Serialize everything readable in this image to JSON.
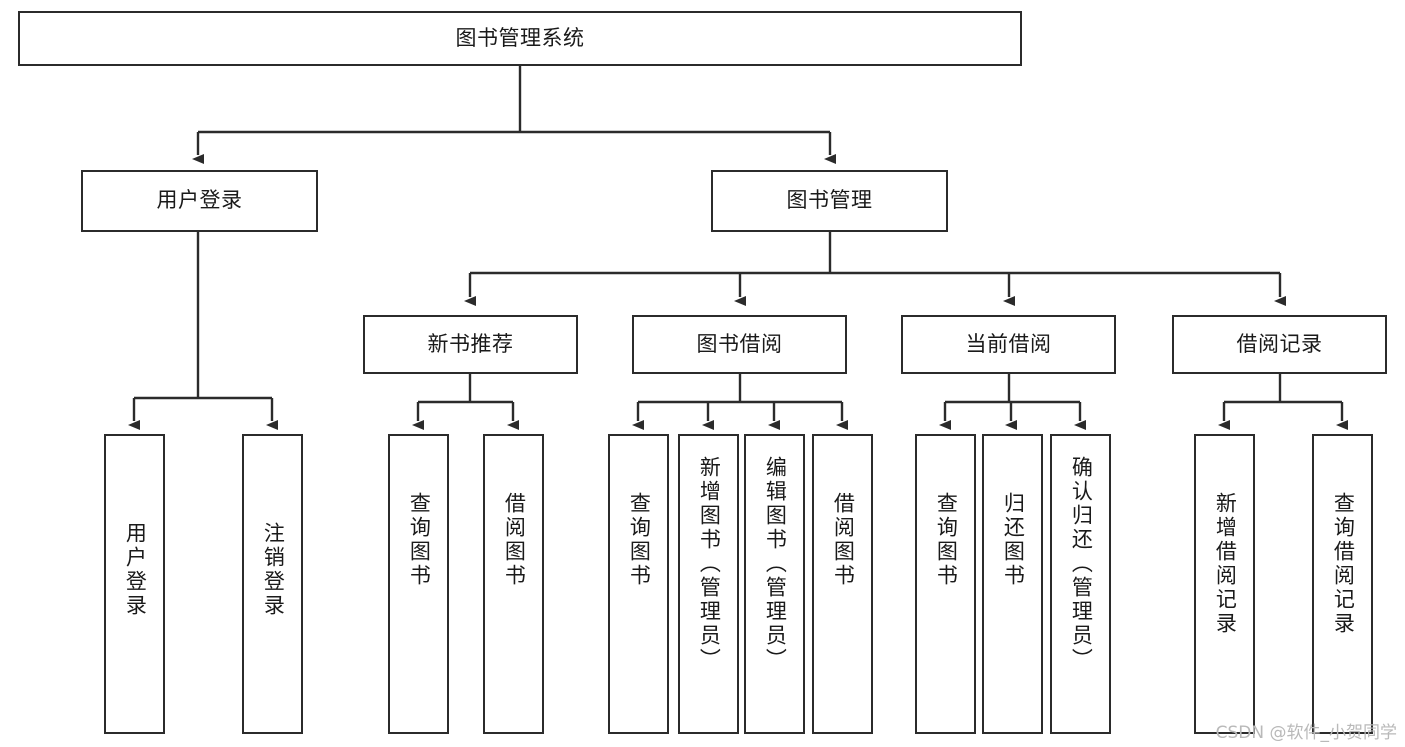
{
  "diagram": {
    "title": "图书管理系统",
    "type": "hierarchy-tree",
    "levels": 4,
    "root": {
      "id": "root",
      "label": "图书管理系统"
    },
    "level2": [
      {
        "id": "user-login",
        "label": "用户登录"
      },
      {
        "id": "book-management",
        "label": "图书管理"
      }
    ],
    "level3": [
      {
        "id": "new-book-recommend",
        "label": "新书推荐",
        "parent": "book-management"
      },
      {
        "id": "book-borrow",
        "label": "图书借阅",
        "parent": "book-management"
      },
      {
        "id": "current-borrow",
        "label": "当前借阅",
        "parent": "book-management"
      },
      {
        "id": "borrow-record",
        "label": "借阅记录",
        "parent": "book-management"
      }
    ],
    "leaves": [
      {
        "id": "leaf-user-login",
        "label": "用户登录",
        "parent": "user-login"
      },
      {
        "id": "leaf-logout-login",
        "label": "注销登录",
        "parent": "user-login"
      },
      {
        "id": "leaf-query-book-1",
        "label": "查询图书",
        "parent": "new-book-recommend"
      },
      {
        "id": "leaf-borrow-book-1",
        "label": "借阅图书",
        "parent": "new-book-recommend"
      },
      {
        "id": "leaf-query-book-2",
        "label": "查询图书",
        "parent": "book-borrow"
      },
      {
        "id": "leaf-add-book",
        "label": "新增图书（管理员）",
        "parent": "book-borrow"
      },
      {
        "id": "leaf-edit-book",
        "label": "编辑图书（管理员）",
        "parent": "book-borrow"
      },
      {
        "id": "leaf-borrow-book-2",
        "label": "借阅图书",
        "parent": "book-borrow"
      },
      {
        "id": "leaf-query-book-3",
        "label": "查询图书",
        "parent": "current-borrow"
      },
      {
        "id": "leaf-return-book",
        "label": "归还图书",
        "parent": "current-borrow"
      },
      {
        "id": "leaf-confirm-return",
        "label": "确认归还（管理员）",
        "parent": "current-borrow"
      },
      {
        "id": "leaf-add-record",
        "label": "新增借阅记录",
        "parent": "borrow-record"
      },
      {
        "id": "leaf-query-record",
        "label": "查询借阅记录",
        "parent": "borrow-record"
      }
    ]
  },
  "watermark": {
    "text": "CSDN @软件_小贺同学"
  },
  "colors": {
    "stroke": "#2b2b2b",
    "fill": "#ffffff",
    "text": "#1a1a1a",
    "watermark": "#b9b9b9"
  }
}
